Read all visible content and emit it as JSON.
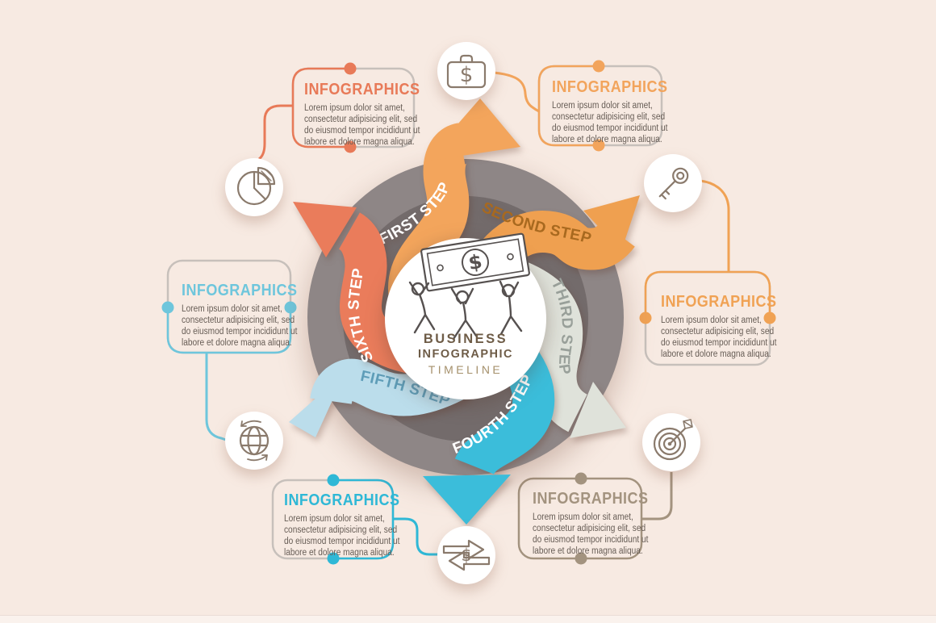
{
  "center": {
    "title_line1": "BUSINESS",
    "title_line2": "INFOGRAPHIC",
    "title_line3": "TIMELINE",
    "currency_symbol": "$"
  },
  "colors": {
    "background": "#F7EAE2",
    "outer_ring": "#8E8686",
    "inner_disc": "#736B6B",
    "center_circle": "#FFFFFF",
    "icon_stroke": "#8A7A6C",
    "card_border_gray": "#C7C0BB",
    "body_text": "#675D56"
  },
  "steps": [
    {
      "label": "FIRST STEP",
      "ribbon_color": "#F3A55C",
      "label_color": "#FFFFFF"
    },
    {
      "label": "SECOND STEP",
      "ribbon_color": "#EFA050",
      "label_color": "#A8691F"
    },
    {
      "label": "THIRD STEP",
      "ribbon_color": "#DFE2DA",
      "label_color": "#99A09A"
    },
    {
      "label": "FOURTH STEP",
      "ribbon_color": "#3BBDDA",
      "label_color": "#FFFFFF"
    },
    {
      "label": "FIFTH STEP",
      "ribbon_color": "#BBDDEB",
      "label_color": "#5E9DB8"
    },
    {
      "label": "SIXTH STEP",
      "ribbon_color": "#EA7C5B",
      "label_color": "#FFFFFF"
    }
  ],
  "cards": [
    {
      "position": "top-left",
      "title": "INFOGRAPHICS",
      "accent": "#E87A58",
      "icon": "pie-chart",
      "body_lines": [
        "Lorem ipsum dolor sit amet,",
        "consectetur adipisicing elit, sed",
        "do eiusmod tempor incididunt ut",
        "labore et dolore magna aliqua."
      ]
    },
    {
      "position": "top-right",
      "title": "INFOGRAPHICS",
      "accent": "#F2A45C",
      "icon": "briefcase-dollar",
      "body_lines": [
        "Lorem ipsum dolor sit amet,",
        "consectetur adipisicing elit, sed",
        "do eiusmod tempor incididunt ut",
        "labore et dolore magna aliqua."
      ]
    },
    {
      "position": "right",
      "title": "INFOGRAPHICS",
      "accent": "#F0A254",
      "icon": "key",
      "body_lines": [
        "Lorem ipsum dolor sit amet,",
        "consectetur adipisicing elit, sed",
        "do eiusmod tempor incididunt ut",
        "labore et dolore magna aliqua."
      ]
    },
    {
      "position": "bottom-right",
      "title": "INFOGRAPHICS",
      "accent": "#A3937F",
      "icon": "target-arrow",
      "body_lines": [
        "Lorem ipsum dolor sit amet,",
        "consectetur adipisicing elit, sed",
        "do eiusmod tempor incididunt ut",
        "labore et dolore magna aliqua."
      ]
    },
    {
      "position": "bottom-left",
      "title": "INFOGRAPHICS",
      "accent": "#2FB8D6",
      "icon": "money-exchange",
      "body_lines": [
        "Lorem ipsum dolor sit amet,",
        "consectetur adipisicing elit, sed",
        "do eiusmod tempor incididunt ut",
        "labore et dolore magna aliqua."
      ]
    },
    {
      "position": "left",
      "title": "INFOGRAPHICS",
      "accent": "#6EC6DC",
      "icon": "globe-sync",
      "body_lines": [
        "Lorem ipsum dolor sit amet,",
        "consectetur adipisicing elit, sed",
        "do eiusmod tempor incididunt ut",
        "labore et dolore magna aliqua."
      ]
    }
  ]
}
